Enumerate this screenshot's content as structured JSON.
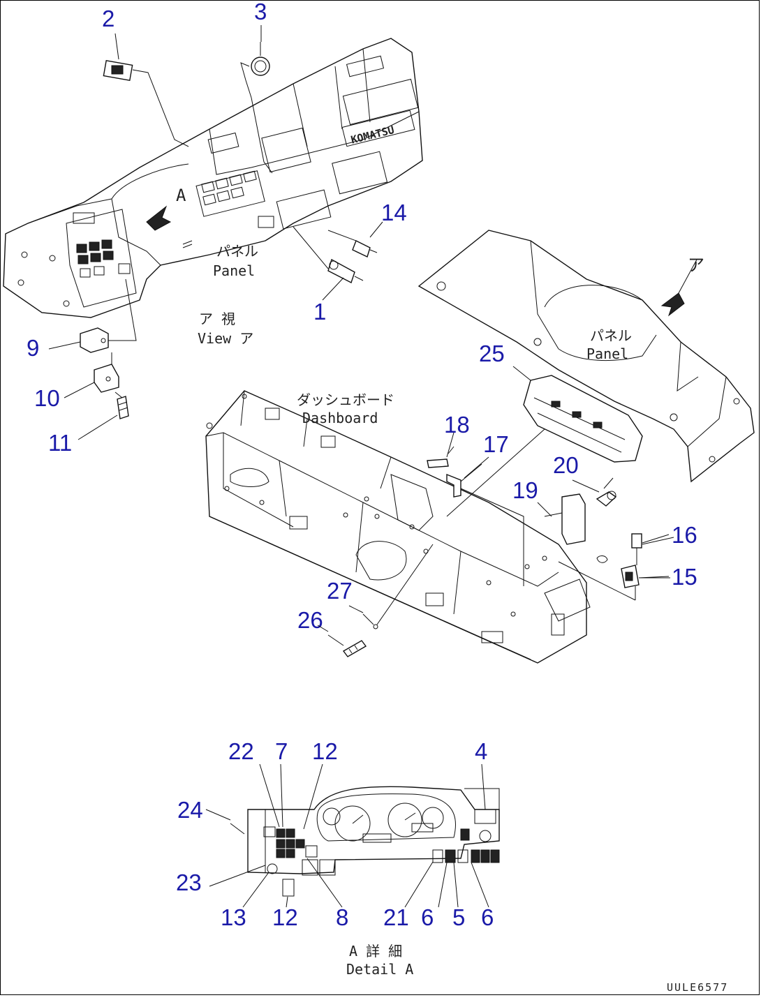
{
  "callouts": [
    "1",
    "2",
    "3",
    "4",
    "5",
    "6",
    "6",
    "7",
    "8",
    "9",
    "10",
    "11",
    "12",
    "12",
    "13",
    "14",
    "15",
    "16",
    "17",
    "18",
    "19",
    "20",
    "21",
    "22",
    "23",
    "24",
    "25",
    "26",
    "27"
  ],
  "labels": {
    "panel_jp_1": "パネル",
    "panel_en_1": "Panel",
    "view_jp": "ア 視",
    "view_en": "View ア",
    "panel_jp_2": "パネル",
    "panel_en_2": "Panel",
    "dashboard_jp": "ダッシュボード",
    "dashboard_en": "Dashboard",
    "detail_jp": "A 詳 細",
    "detail_en": "Detail A",
    "view_marker_1": "A",
    "view_marker_2": "ア",
    "brand": "KOMATSU"
  },
  "drawing_code": "UULE6577"
}
